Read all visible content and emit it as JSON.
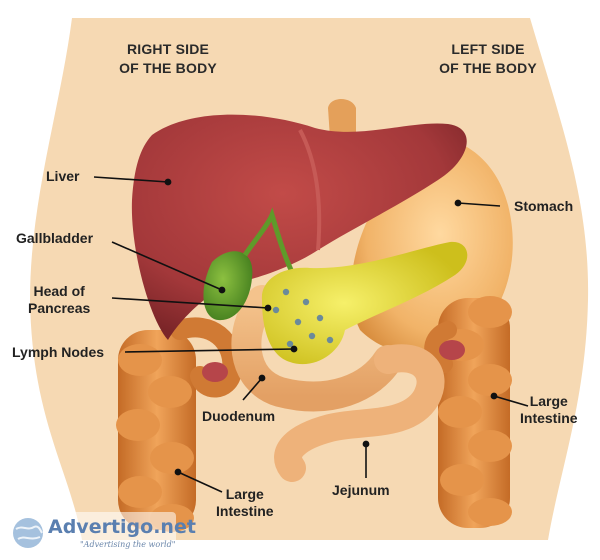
{
  "headers": {
    "right_side": "RIGHT SIDE\nOF THE BODY",
    "left_side": "LEFT SIDE\nOF THE BODY"
  },
  "labels": {
    "liver": "Liver",
    "gallbladder": "Gallbladder",
    "head_of_pancreas": "Head of\nPancreas",
    "lymph_nodes": "Lymph Nodes",
    "duodenum": "Duodenum",
    "stomach": "Stomach",
    "large_intestine_right": "Large\nIntestine",
    "jejunum": "Jejunum",
    "large_intestine_bottom": "Large\nIntestine"
  },
  "watermark": {
    "text": "Advertigo.net",
    "tagline": "\"Advertising the world\""
  },
  "colors": {
    "skin": "#f6d9b3",
    "liver": "#a8383a",
    "stomach": "#f2b46a",
    "pancreas": "#e4dc2c",
    "gallbladder": "#5f9a2a",
    "intestine": "#d8843a",
    "label_line": "#111111"
  }
}
